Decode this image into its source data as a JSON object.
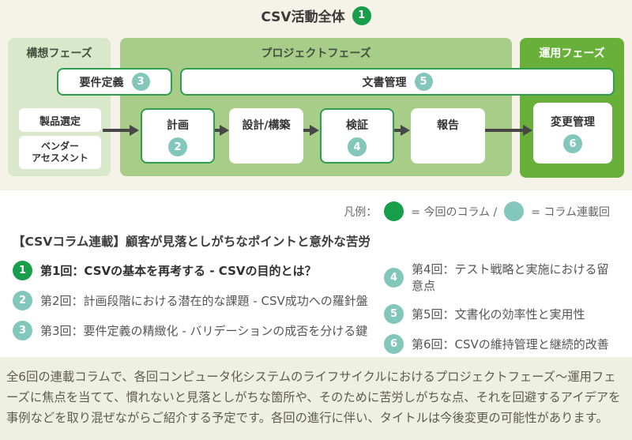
{
  "title": {
    "text": "CSV活動全体",
    "badge": "1"
  },
  "diagram": {
    "concept_phase": {
      "label": "構想フェーズ",
      "product_box": {
        "label": "製品選定"
      },
      "vendor_box": {
        "line1": "ベンダー",
        "line2": "アセスメント"
      }
    },
    "project_phase": {
      "label": "プロジェクトフェーズ"
    },
    "operation_phase": {
      "label": "運用フェーズ"
    },
    "requirements_box": {
      "label": "要件定義",
      "badge": "3"
    },
    "document_box": {
      "label": "文書管理",
      "badge": "5"
    },
    "flow": [
      {
        "label": "計画",
        "badge": "2"
      },
      {
        "label": "設計/構築"
      },
      {
        "label": "検証",
        "badge": "4"
      },
      {
        "label": "報告"
      },
      {
        "label": "変更管理",
        "badge": "6"
      }
    ]
  },
  "legend": {
    "label": "凡例：",
    "current_label": "= 今回のコラム /",
    "series_label": "= コラム連載回"
  },
  "series": {
    "heading": "【CSVコラム連載】顧客が見落としがちなポイントと意外な苦労",
    "items": [
      {
        "num": "1",
        "text": "第1回：CSVの基本を再考する - CSVの目的とは？"
      },
      {
        "num": "2",
        "text": "第2回：計画段階における潜在的な課題 - CSV成功への羅針盤"
      },
      {
        "num": "3",
        "text": "第3回：要件定義の精緻化 - バリデーションの成否を分ける鍵"
      },
      {
        "num": "4",
        "text": "第4回：テスト戦略と実施における留意点"
      },
      {
        "num": "5",
        "text": "第5回：文書化の効率性と実用性"
      },
      {
        "num": "6",
        "text": "第6回：CSVの維持管理と継続的改善"
      }
    ]
  },
  "footer": {
    "text": "全6回の連載コラムで、各回コンピュータ化システムのライフサイクルにおけるプロジェクトフェーズ〜運用フェーズに焦点を当てて、慣れないと見落としがちな箇所や、そのために苦労しがちな点、それを回避するアイデアを事例などを取り混ぜながらご紹介する予定です。各回の進行に伴い、タイトルは今後変更の可能性があります。"
  },
  "colors": {
    "accent_green": "#189d4b",
    "badge_teal": "#82c6bc",
    "panel_light_green": "#d9e8ca",
    "panel_mid_green": "#a8cd89",
    "panel_bright_green": "#68b03a",
    "box_border_green": "#2f9e4f",
    "bg_beige": "#f5f3e8",
    "footer_bg": "#eef0e0",
    "arrow": "#474747"
  }
}
